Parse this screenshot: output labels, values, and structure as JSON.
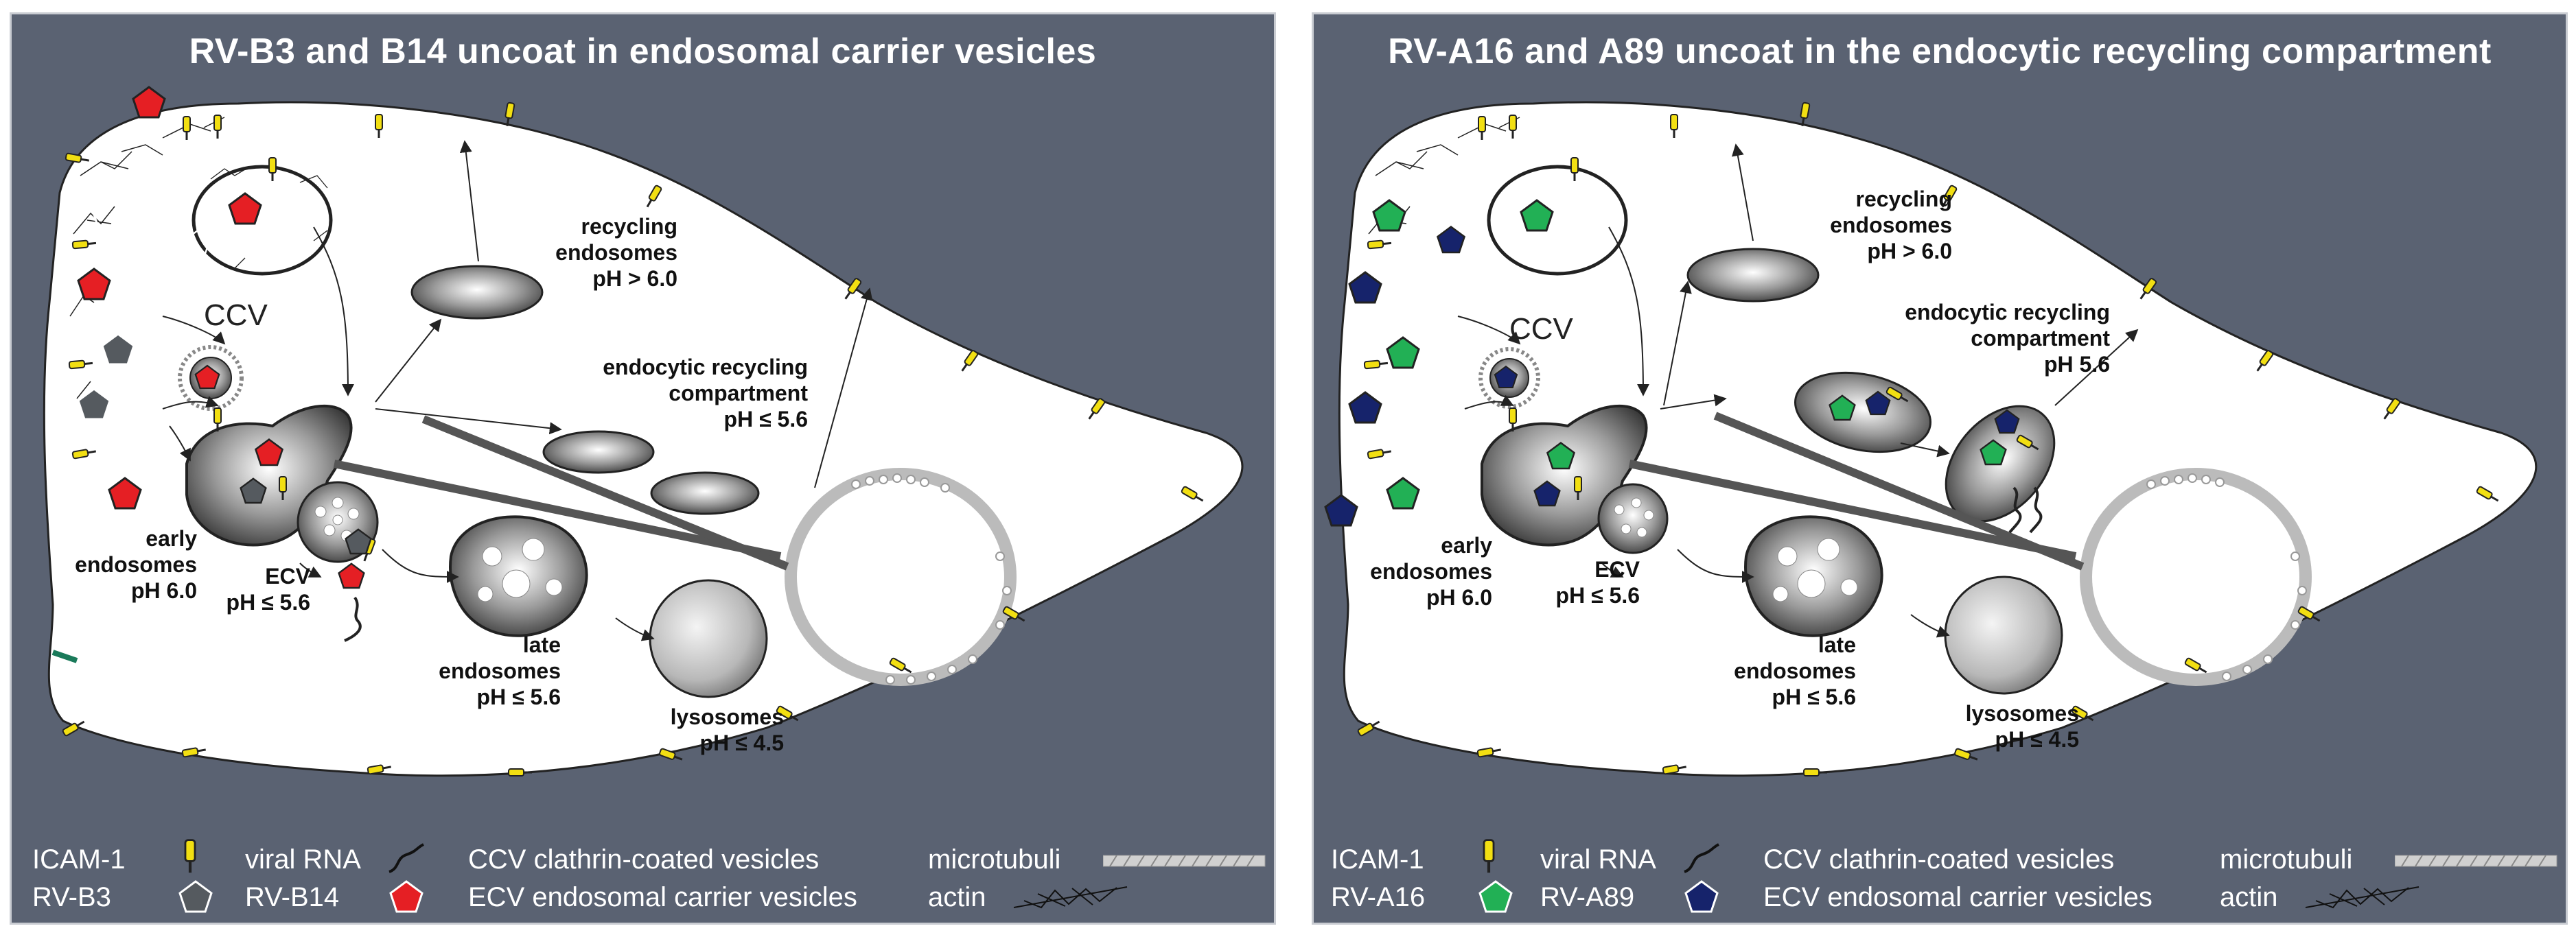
{
  "colors": {
    "background": "#5a6272",
    "cell": "#ffffff",
    "icam": "#f2df12",
    "rv_b3": "#555a5f",
    "rv_b14": "#e51f24",
    "rv_a16": "#22b055",
    "rv_a89": "#16236b"
  },
  "panels": [
    {
      "title": "RV-B3 and B14 uncoat in endosomal carrier vesicles",
      "labels": {
        "ccv": "CCV",
        "recycling_endosomes": "recycling\nendosomes\npH > 6.0",
        "erc": "endocytic recycling\ncompartment\npH ≤ 5.6",
        "early_endosomes": "early\nendosomes\npH 6.0",
        "ecv": "ECV\npH ≤ 5.6",
        "late_endosomes": "late\nendosomes\npH ≤ 5.6",
        "lysosomes": "lysosomes\npH ≤ 4.5"
      },
      "legend": {
        "icam": "ICAM-1",
        "viral_rna": "viral RNA",
        "ccv": "CCV clathrin-coated vesicles",
        "microtubuli": "microtubuli",
        "virus1": "RV-B3",
        "virus2": "RV-B14",
        "ecv": "ECV endosomal carrier vesicles",
        "actin": "actin"
      }
    },
    {
      "title": "RV-A16 and A89 uncoat in the endocytic recycling compartment",
      "labels": {
        "ccv": "CCV",
        "recycling_endosomes": "recycling\nendosomes\npH > 6.0",
        "erc": "endocytic recycling\ncompartment\npH 5.6",
        "early_endosomes": "early\nendosomes\npH 6.0",
        "ecv": "ECV\npH ≤ 5.6",
        "late_endosomes": "late\nendosomes\npH ≤ 5.6",
        "lysosomes": "lysosomes\npH ≤ 4.5"
      },
      "legend": {
        "icam": "ICAM-1",
        "viral_rna": "viral RNA",
        "ccv": "CCV clathrin-coated vesicles",
        "microtubuli": "microtubuli",
        "virus1": "RV-A16",
        "virus2": "RV-A89",
        "ecv": "ECV endosomal carrier vesicles",
        "actin": "actin"
      }
    }
  ]
}
